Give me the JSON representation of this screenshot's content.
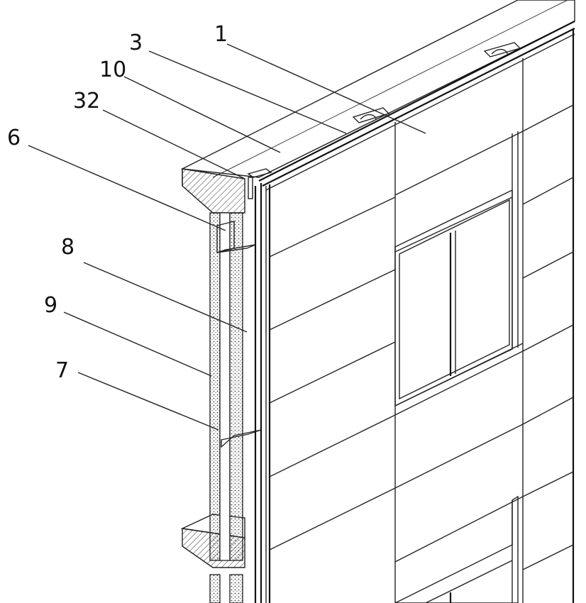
{
  "labels": [
    {
      "id": "label-1",
      "text": "1"
    },
    {
      "id": "label-3",
      "text": "3"
    },
    {
      "id": "label-10",
      "text": "10"
    },
    {
      "id": "label-32",
      "text": "32"
    },
    {
      "id": "label-6",
      "text": "6"
    },
    {
      "id": "label-8",
      "text": "8"
    },
    {
      "id": "label-9",
      "text": "9"
    },
    {
      "id": "label-7",
      "text": "7"
    }
  ]
}
